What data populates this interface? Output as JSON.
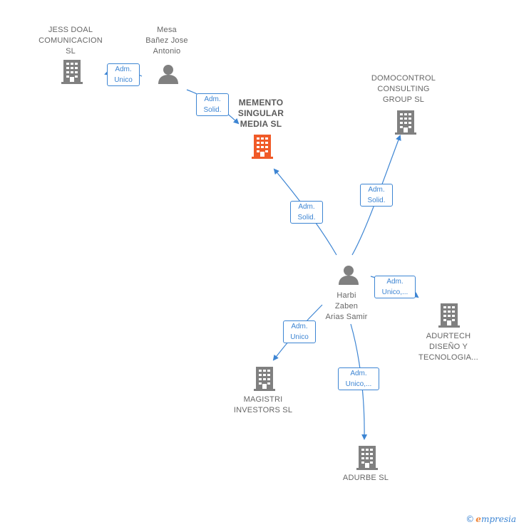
{
  "nodes": {
    "jess_doal": {
      "label": "JESS DOAL\nCOMUNICACION\nSL",
      "type": "company"
    },
    "mesa": {
      "label": "Mesa\nBañez Jose\nAntonio",
      "type": "person"
    },
    "memento": {
      "label": "MEMENTO\nSINGULAR\nMEDIA  SL",
      "type": "company-main"
    },
    "domocontrol": {
      "label": "DOMOCONTROL\nCONSULTING\nGROUP  SL",
      "type": "company"
    },
    "harbi": {
      "label": "Harbi\nZaben\nArias Samir",
      "type": "person"
    },
    "adurtech": {
      "label": "ADURTECH\nDISEÑO Y\nTECNOLOGIA...",
      "type": "company"
    },
    "magistri": {
      "label": "MAGISTRI\nINVESTORS  SL",
      "type": "company"
    },
    "adurbe": {
      "label": "ADURBE SL",
      "type": "company"
    }
  },
  "edges": {
    "mesa_jess": "Adm.\nUnico",
    "mesa_memento": "Adm.\nSolid.",
    "harbi_memento": "Adm.\nSolid.",
    "harbi_domocontrol": "Adm.\nSolid.",
    "harbi_adurtech": "Adm.\nUnico,...",
    "harbi_magistri": "Adm.\nUnico",
    "harbi_adurbe": "Adm.\nUnico,..."
  },
  "colors": {
    "edge": "#3d85d3",
    "icon": "#808080",
    "main_icon": "#f05a28"
  },
  "footer": {
    "copyright": "©",
    "brand_first": "e",
    "brand_rest": "mpresia"
  }
}
